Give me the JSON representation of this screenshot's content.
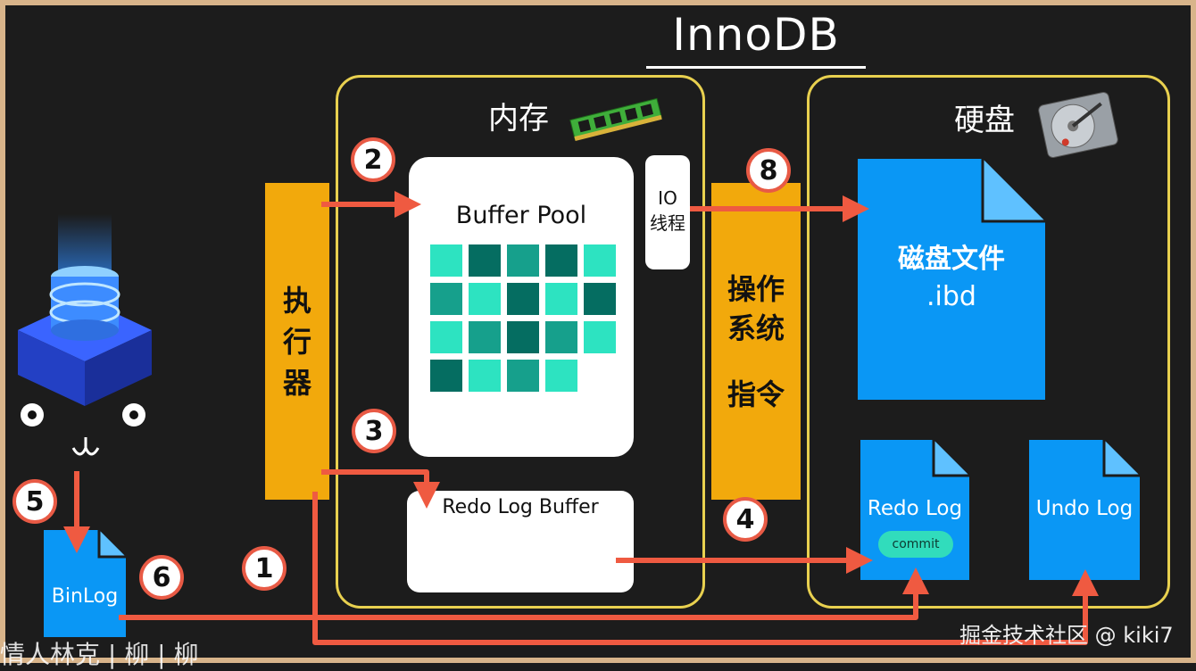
{
  "title": "InnoDB",
  "memory": {
    "title": "内存"
  },
  "disk": {
    "title": "硬盘"
  },
  "executor": {
    "label_lines": [
      "执",
      "行",
      "器"
    ]
  },
  "buffer_pool": {
    "title": "Buffer Pool"
  },
  "io_thread": {
    "line1": "IO",
    "line2": "线程"
  },
  "redo_log_buffer": {
    "title": "Redo Log Buffer"
  },
  "os_instruction": {
    "line1": "操作",
    "line2": "系统",
    "line3": "指令"
  },
  "disk_file": {
    "line1": "磁盘文件",
    "line2": ".ibd"
  },
  "redo_log": {
    "title": "Redo Log",
    "commit": "commit"
  },
  "undo_log": {
    "title": "Undo Log"
  },
  "binlog": {
    "title": "BinLog"
  },
  "steps": {
    "s1": "1",
    "s2": "2",
    "s3": "3",
    "s4": "4",
    "s5": "5",
    "s6": "6",
    "s8": "8"
  },
  "watermark": "掘金技术社区 @ kiki7",
  "bottom_text": "情人林克 | 柳 | 柳",
  "colors": {
    "accent_arrow": "#ef5a41",
    "frame": "#e8d04f",
    "bar": "#f2a90c",
    "doc_blue": "#0a97f5",
    "teal_light": "#2de3c1",
    "teal_mid": "#16a08c",
    "teal_dark": "#056d61"
  },
  "pool_grid": [
    "light",
    "dark",
    "mid",
    "dark",
    "light",
    "mid",
    "light",
    "dark",
    "light",
    "dark",
    "light",
    "mid",
    "dark",
    "mid",
    "light",
    "dark",
    "light",
    "mid",
    "light",
    "none"
  ]
}
